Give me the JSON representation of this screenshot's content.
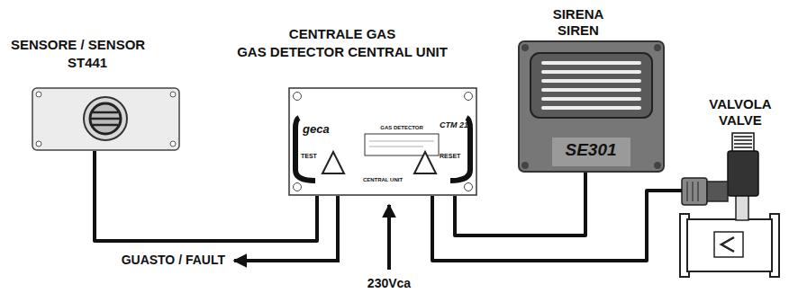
{
  "diagram": {
    "nodes": [
      {
        "text": [
          "SENSORE / SENSOR",
          "ST441"
        ]
      },
      {
        "text": [
          "CENTRALE GAS",
          "GAS DETECTOR CENTRAL UNIT",
          "geca",
          "GAS DETECTOR",
          "CTM 21",
          "TEST",
          "RESET",
          "CENTRAL UNIT"
        ]
      },
      {
        "text": [
          "SIRENA",
          "SIREN",
          "SE301"
        ]
      },
      {
        "text": [
          "VALVOLA",
          "VALVE"
        ]
      }
    ],
    "edges": [
      {
        "from": 0,
        "to": 1,
        "arrow": "none"
      },
      {
        "from": 1,
        "to": 2,
        "arrow": "none"
      },
      {
        "from": 1,
        "to": 3,
        "arrow": "none"
      }
    ],
    "labels": [
      "GUASTO / FAULT",
      "230Vca"
    ]
  }
}
